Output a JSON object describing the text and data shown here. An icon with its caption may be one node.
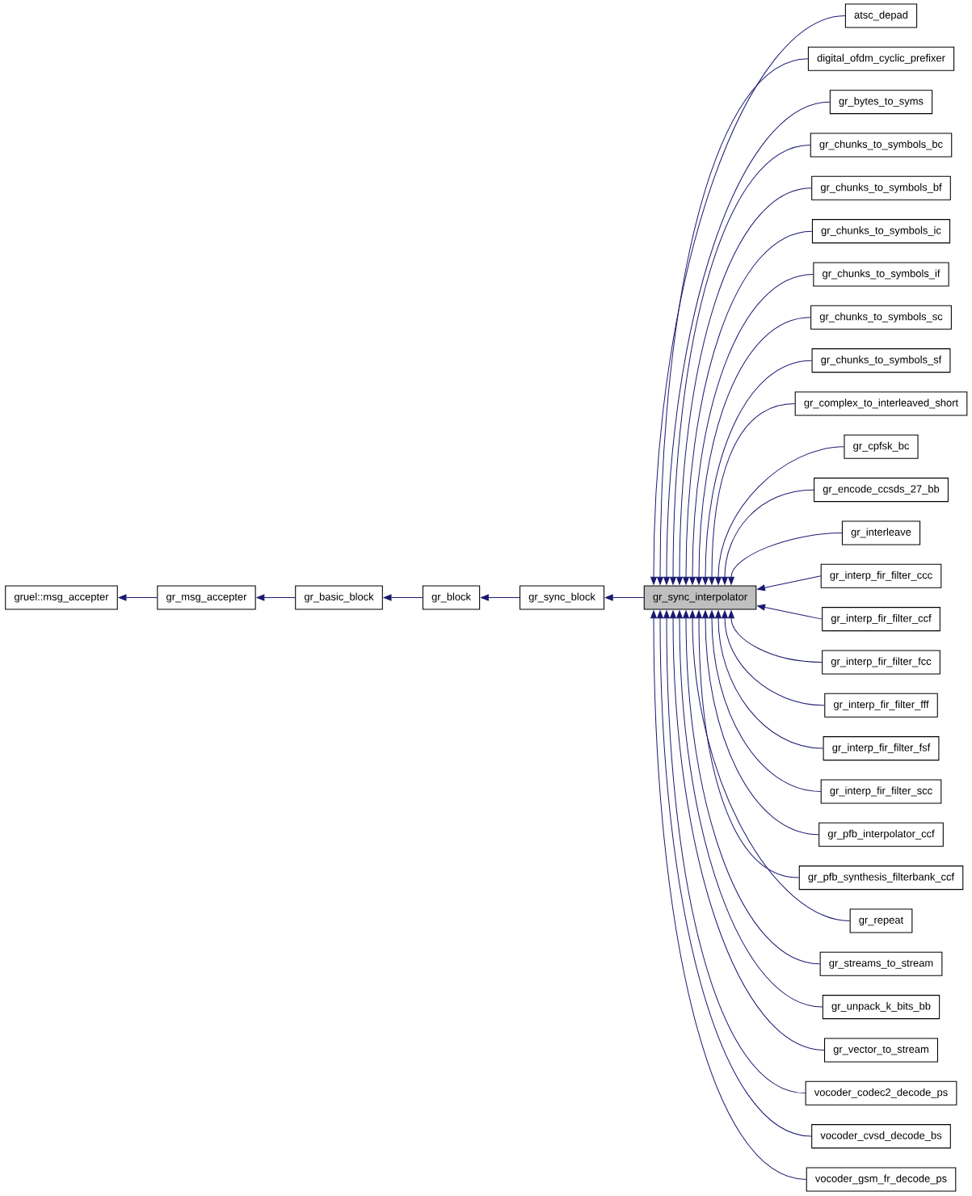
{
  "diagram": {
    "nodes": [
      {
        "text": [
          "gruel::msg_accepter"
        ]
      },
      {
        "text": [
          "gr_msg_accepter"
        ]
      },
      {
        "text": [
          "gr_basic_block"
        ]
      },
      {
        "text": [
          "gr_block"
        ]
      },
      {
        "text": [
          "gr_sync_block"
        ]
      },
      {
        "text": [
          "gr_sync_interpolator"
        ]
      },
      {
        "text": [
          "atsc_depad"
        ]
      },
      {
        "text": [
          "digital_ofdm_cyclic_prefixer"
        ]
      },
      {
        "text": [
          "gr_bytes_to_syms"
        ]
      },
      {
        "text": [
          "gr_chunks_to_symbols_bc"
        ]
      },
      {
        "text": [
          "gr_chunks_to_symbols_bf"
        ]
      },
      {
        "text": [
          "gr_chunks_to_symbols_ic"
        ]
      },
      {
        "text": [
          "gr_chunks_to_symbols_if"
        ]
      },
      {
        "text": [
          "gr_chunks_to_symbols_sc"
        ]
      },
      {
        "text": [
          "gr_chunks_to_symbols_sf"
        ]
      },
      {
        "text": [
          "gr_complex_to_interleaved_short"
        ]
      },
      {
        "text": [
          "gr_cpfsk_bc"
        ]
      },
      {
        "text": [
          "gr_encode_ccsds_27_bb"
        ]
      },
      {
        "text": [
          "gr_interleave"
        ]
      },
      {
        "text": [
          "gr_interp_fir_filter_ccc"
        ]
      },
      {
        "text": [
          "gr_interp_fir_filter_ccf"
        ]
      },
      {
        "text": [
          "gr_interp_fir_filter_fcc"
        ]
      },
      {
        "text": [
          "gr_interp_fir_filter_fff"
        ]
      },
      {
        "text": [
          "gr_interp_fir_filter_fsf"
        ]
      },
      {
        "text": [
          "gr_interp_fir_filter_scc"
        ]
      },
      {
        "text": [
          "gr_pfb_interpolator_ccf"
        ]
      },
      {
        "text": [
          "gr_pfb_synthesis_filterbank_ccf"
        ]
      },
      {
        "text": [
          "gr_repeat"
        ]
      },
      {
        "text": [
          "gr_streams_to_stream"
        ]
      },
      {
        "text": [
          "gr_unpack_k_bits_bb"
        ]
      },
      {
        "text": [
          "gr_vector_to_stream"
        ]
      },
      {
        "text": [
          "vocoder_codec2_decode_ps"
        ]
      },
      {
        "text": [
          "vocoder_cvsd_decode_bs"
        ]
      },
      {
        "text": [
          "vocoder_gsm_fr_decode_ps"
        ]
      }
    ],
    "edges": [
      {
        "from": 1,
        "to": 0,
        "arrow": "to"
      },
      {
        "from": 2,
        "to": 1,
        "arrow": "to"
      },
      {
        "from": 3,
        "to": 2,
        "arrow": "to"
      },
      {
        "from": 4,
        "to": 3,
        "arrow": "to"
      },
      {
        "from": 5,
        "to": 4,
        "arrow": "to"
      },
      {
        "from": 6,
        "to": 5,
        "arrow": "to"
      },
      {
        "from": 7,
        "to": 5,
        "arrow": "to"
      },
      {
        "from": 8,
        "to": 5,
        "arrow": "to"
      },
      {
        "from": 9,
        "to": 5,
        "arrow": "to"
      },
      {
        "from": 10,
        "to": 5,
        "arrow": "to"
      },
      {
        "from": 11,
        "to": 5,
        "arrow": "to"
      },
      {
        "from": 12,
        "to": 5,
        "arrow": "to"
      },
      {
        "from": 13,
        "to": 5,
        "arrow": "to"
      },
      {
        "from": 14,
        "to": 5,
        "arrow": "to"
      },
      {
        "from": 15,
        "to": 5,
        "arrow": "to"
      },
      {
        "from": 16,
        "to": 5,
        "arrow": "to"
      },
      {
        "from": 17,
        "to": 5,
        "arrow": "to"
      },
      {
        "from": 18,
        "to": 5,
        "arrow": "to"
      },
      {
        "from": 19,
        "to": 5,
        "arrow": "to"
      },
      {
        "from": 20,
        "to": 5,
        "arrow": "to"
      },
      {
        "from": 21,
        "to": 5,
        "arrow": "to"
      },
      {
        "from": 22,
        "to": 5,
        "arrow": "to"
      },
      {
        "from": 23,
        "to": 5,
        "arrow": "to"
      },
      {
        "from": 24,
        "to": 5,
        "arrow": "to"
      },
      {
        "from": 25,
        "to": 5,
        "arrow": "to"
      },
      {
        "from": 26,
        "to": 5,
        "arrow": "to"
      },
      {
        "from": 27,
        "to": 5,
        "arrow": "to"
      },
      {
        "from": 28,
        "to": 5,
        "arrow": "to"
      },
      {
        "from": 29,
        "to": 5,
        "arrow": "to"
      },
      {
        "from": 30,
        "to": 5,
        "arrow": "to"
      },
      {
        "from": 31,
        "to": 5,
        "arrow": "to"
      },
      {
        "from": 32,
        "to": 5,
        "arrow": "to"
      },
      {
        "from": 33,
        "to": 5,
        "arrow": "to"
      }
    ]
  }
}
